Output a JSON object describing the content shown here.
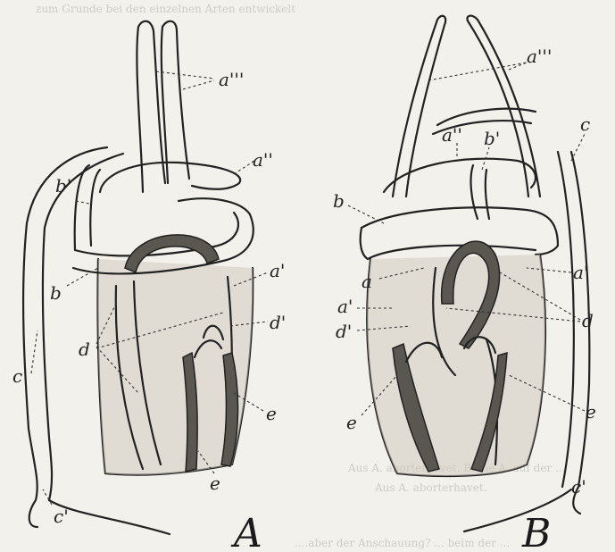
{
  "header_text": "zum Grunde bei den einzelnen Arten entwickelt",
  "bleed_text": "Aus A. aborterhavet. B. die A. auf der ... ",
  "bleed_text_2": "Aus A. aborterhavet.",
  "bottom_text": "....aber der Anschauung? ... beim der ...",
  "figure_A": {
    "panel_label": "A",
    "labels": {
      "a3": "a'''",
      "a2": "a''",
      "b1": "b'",
      "b": "b",
      "a1": "a'",
      "d1": "d'",
      "d": "d",
      "c": "c",
      "e_right": "e",
      "e_bottom": "e",
      "c1": "c'"
    }
  },
  "figure_B": {
    "panel_label": "B",
    "labels": {
      "a3": "a'''",
      "a2": "a''",
      "b1": "b'",
      "c": "c",
      "b": "b",
      "a": "a",
      "a1_left": "a'",
      "a1_right": "a'",
      "d1": "d'",
      "d": "d",
      "e_left": "e",
      "e_right": "e",
      "c1": "c'"
    }
  }
}
